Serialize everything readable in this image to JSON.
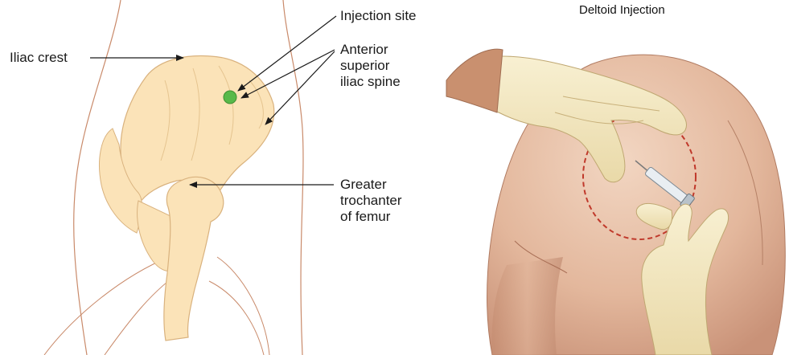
{
  "left_panel": {
    "labels": {
      "iliac_crest": "Iliac crest",
      "injection_site": "Injection site",
      "anterior_superior_iliac_spine": [
        "Anterior",
        "superior",
        "iliac spine"
      ],
      "greater_trochanter": [
        "Greater",
        "trochanter",
        "of femur"
      ]
    }
  },
  "right_panel": {
    "title": "Deltoid Injection"
  },
  "colors": {
    "bone_fill": "#fbe3b8",
    "bone_stroke": "#d9b27e",
    "skin_outline": "#c98a6a",
    "injection_site": "#58b94a",
    "skin_tone": "#e8c1a8",
    "glove": "#f3e9c4",
    "target_circle": "#c0392b",
    "arrow": "#1a1a1a"
  }
}
